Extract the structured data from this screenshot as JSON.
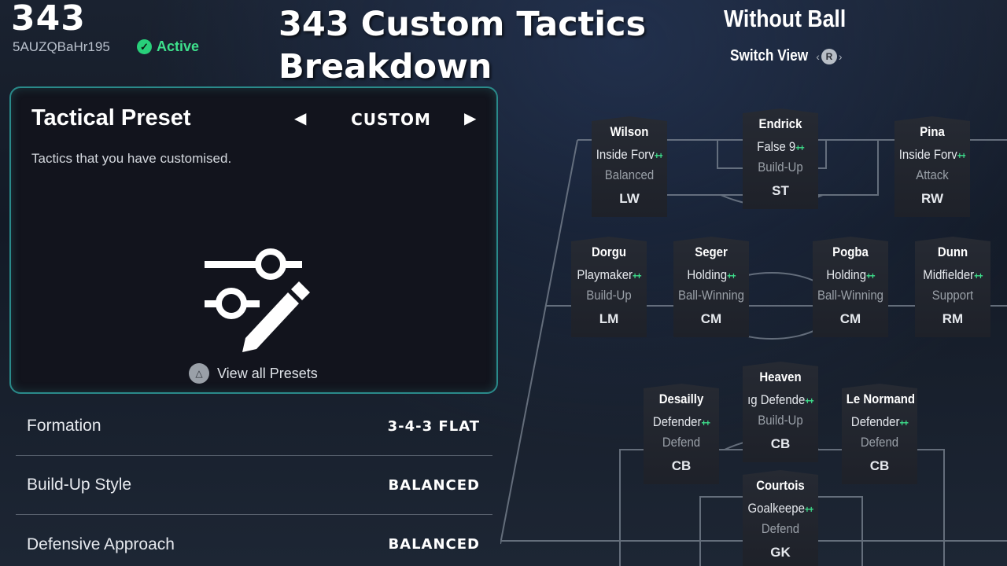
{
  "header": {
    "name": "343",
    "code": "5AUZQBaHr195",
    "status": "Active",
    "headline_line1": "343 Custom Tactics",
    "headline_line2": "Breakdown"
  },
  "preset": {
    "title": "Tactical Preset",
    "description": "Tactics that you have customised.",
    "value": "CUSTOM",
    "view_all_label": "View all Presets",
    "icon": "sliders-edit-icon"
  },
  "settings": [
    {
      "label": "Formation",
      "value": "3-4-3 FLAT"
    },
    {
      "label": "Build-Up Style",
      "value": "BALANCED"
    },
    {
      "label": "Defensive Approach",
      "value": "BALANCED"
    }
  ],
  "view": {
    "title": "Without Ball",
    "switch_label": "Switch View",
    "button": "R"
  },
  "players": [
    {
      "name": "Wilson",
      "role": "Inside Forv",
      "focus": "Balanced",
      "pos": "LW"
    },
    {
      "name": "Endrick",
      "role": "False 9",
      "focus": "Build-Up",
      "pos": "ST"
    },
    {
      "name": "Pina",
      "role": "Inside Forv",
      "focus": "Attack",
      "pos": "RW"
    },
    {
      "name": "Dorgu",
      "role": "Playmaker",
      "focus": "Build-Up",
      "pos": "LM"
    },
    {
      "name": "Seger",
      "role": "Holding",
      "focus": "Ball-Winning",
      "pos": "CM"
    },
    {
      "name": "Pogba",
      "role": "Holding",
      "focus": "Ball-Winning",
      "pos": "CM"
    },
    {
      "name": "Dunn",
      "role": "Midfielder",
      "focus": "Support",
      "pos": "RM"
    },
    {
      "name": "Desailly",
      "role": "Defender",
      "focus": "Defend",
      "pos": "CB"
    },
    {
      "name": "Heaven",
      "role": "ıg Defende",
      "focus": "Build-Up",
      "pos": "CB"
    },
    {
      "name": "Le Normand",
      "role": "Defender",
      "focus": "Defend",
      "pos": "CB"
    },
    {
      "name": "Courtois",
      "role": "Goalkeepe",
      "focus": "Defend",
      "pos": "GK"
    }
  ],
  "role_plus": "++",
  "colors": {
    "accent_green": "#3ee08c",
    "card_border": "#2a8a8a"
  }
}
